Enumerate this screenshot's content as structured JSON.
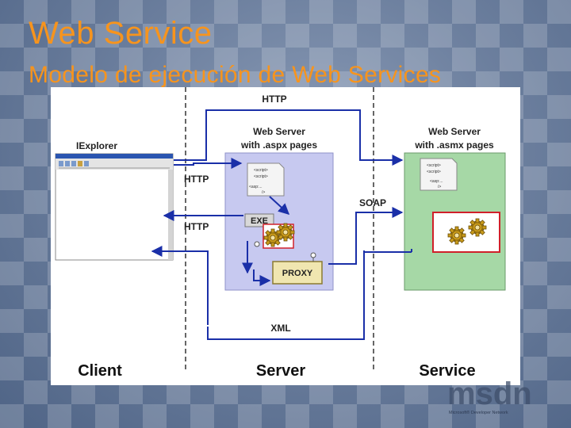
{
  "slide": {
    "title": "Web Service",
    "subtitle": "Modelo de ejecución de Web Services"
  },
  "diagram": {
    "top_http": "HTTP",
    "client_app": "IExplorer",
    "server_box_title_1": "Web Server",
    "server_box_title_2": "with .aspx pages",
    "service_box_title_1": "Web Server",
    "service_box_title_2": "with .asmx pages",
    "http_request": "HTTP",
    "http_response": "HTTP",
    "soap_label": "SOAP",
    "exe_label": "EXE",
    "proxy_label": "PROXY",
    "xml_label": "XML",
    "zone_client": "Client",
    "zone_server": "Server",
    "zone_service": "Service",
    "page_script_1": "<script>",
    "page_script_2": "<script>",
    "page_asp": "<asp:...",
    "page_close": "/>"
  },
  "branding": {
    "logo_text": "msdn",
    "logo_subtext": "Microsoft® Developer Network"
  },
  "colors": {
    "title": "#f7941d",
    "arrow": "#1a2fa8",
    "server_box": "#c7c9f0",
    "service_box": "#a6d8a6",
    "highlight_border": "#d0202a"
  }
}
